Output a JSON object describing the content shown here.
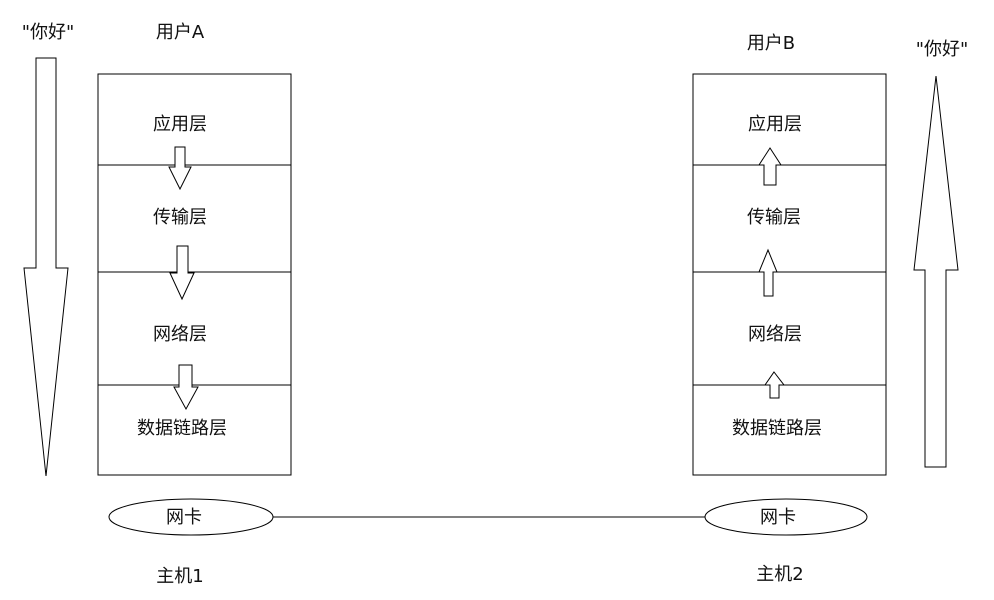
{
  "left": {
    "message": "\"你好\"",
    "user": "用户A",
    "host": "主机1",
    "nic": "网卡",
    "layers": [
      "应用层",
      "传输层",
      "网络层",
      "数据链路层"
    ]
  },
  "right": {
    "message": "\"你好\"",
    "user": "用户B",
    "host": "主机2",
    "nic": "网卡",
    "layers": [
      "应用层",
      "传输层",
      "网络层",
      "数据链路层"
    ]
  }
}
